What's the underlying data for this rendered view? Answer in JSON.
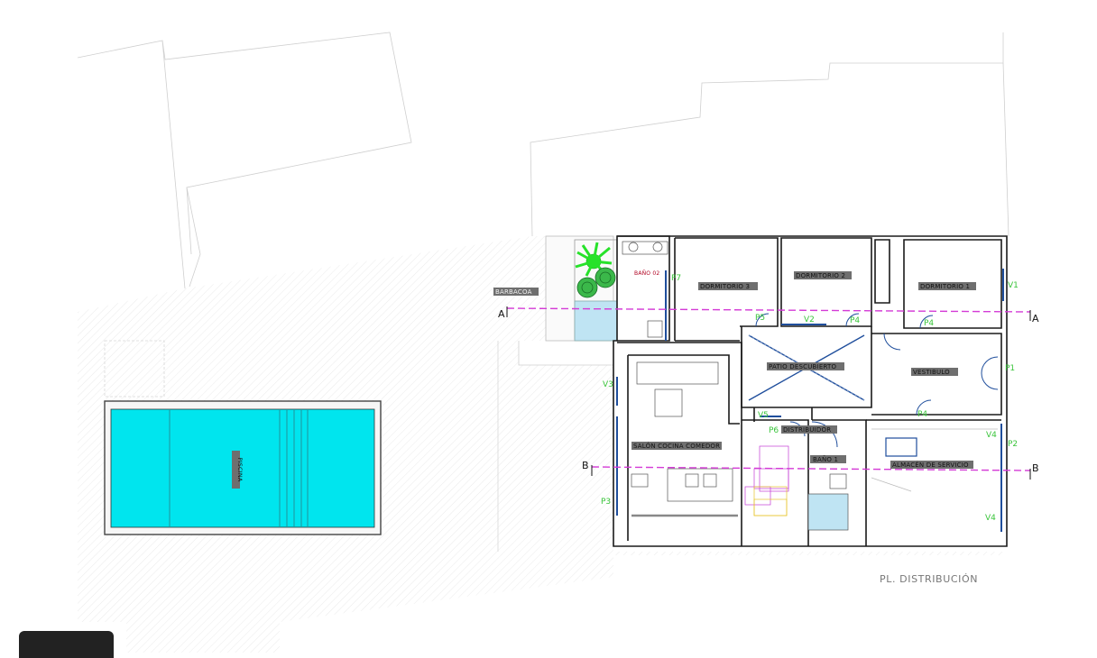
{
  "plan_title": "PL. DISTRIBUCIÓN",
  "rooms": {
    "pool": "PISCINA",
    "barbecue": "BARBACOA",
    "bath2": "BAÑO 02",
    "bedroom3": "DORMITORIO 3",
    "bedroom2": "DORMITORIO 2",
    "bedroom1": "DORMITORIO 1",
    "patio": "PATIO DESCUBIERTO",
    "vestibule": "VESTIBULO",
    "living": "SALÓN COCINA COMEDOR",
    "distributor": "DISTRIBUIDOR",
    "bath1": "BAÑO 1",
    "storage": "ALMACÉN DE SERVICIO"
  },
  "tags": {
    "p7": "P7",
    "p5": "P5",
    "v2": "V2",
    "p4a": "P4",
    "p4b": "P4",
    "p4c": "P4",
    "v1": "V1",
    "p1": "P1",
    "v3": "V3",
    "v5": "V5",
    "p6": "P6",
    "v4a": "V4",
    "p2": "P2",
    "p3": "P3",
    "v4b": "V4"
  },
  "sections": {
    "a_left": "A",
    "a_right": "A",
    "b_left": "B",
    "b_right": "B"
  },
  "colors": {
    "wall": "#1a1a1a",
    "window": "#1f4e9c",
    "tag": "#39c43a",
    "section_line": "#d43bd6",
    "pool": "#00e5ee",
    "label_bg": "#6f6f6f",
    "site_lines": "#c8c8c8"
  }
}
